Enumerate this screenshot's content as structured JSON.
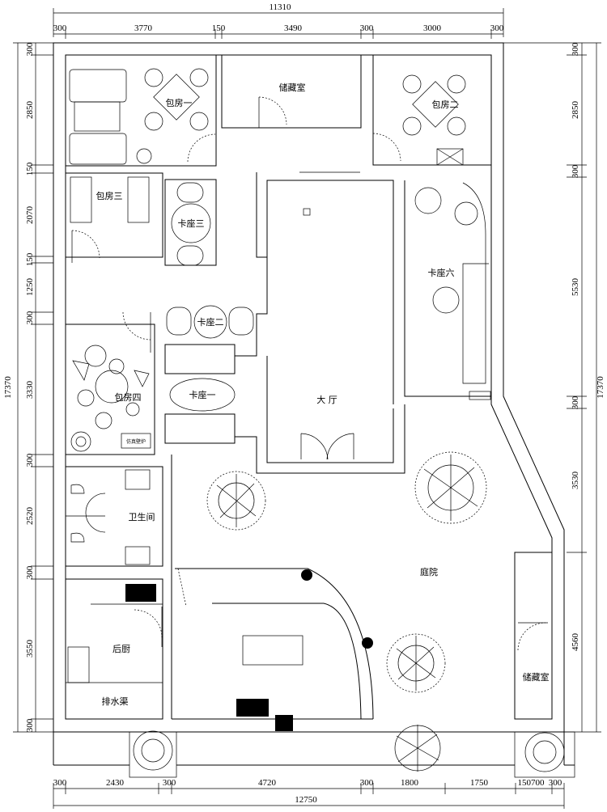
{
  "dimensions": {
    "top_total": "11310",
    "top_segments": [
      "300",
      "3770",
      "150",
      "3490",
      "300",
      "3000",
      "300"
    ],
    "bottom_total": "12750",
    "bottom_segments": [
      "300",
      "2430",
      "300",
      "4720",
      "300",
      "1800",
      "1750",
      "150700",
      "300"
    ],
    "left_total": "17370",
    "left_segments": [
      "300",
      "2850",
      "150",
      "2070",
      "150",
      "1250",
      "300",
      "3330",
      "300",
      "2520",
      "300",
      "3550",
      "300"
    ],
    "right_total": "17370",
    "right_segments": [
      "300",
      "2850",
      "300",
      "5530",
      "300",
      "3530",
      "4560"
    ]
  },
  "rooms": {
    "private_room_1": "包房一",
    "storage_top": "储藏室",
    "private_room_2": "包房二",
    "private_room_3": "包房三",
    "booth_3": "卡座三",
    "booth_6": "卡座六",
    "booth_2": "卡座二",
    "private_room_4": "包房四",
    "booth_1": "卡座一",
    "hall": "大 厅",
    "restroom": "卫生间",
    "courtyard": "庭院",
    "back_kitchen": "后厨",
    "drain": "排水渠",
    "storage_bottom": "储藏室",
    "small_label": "仿真壁炉"
  }
}
